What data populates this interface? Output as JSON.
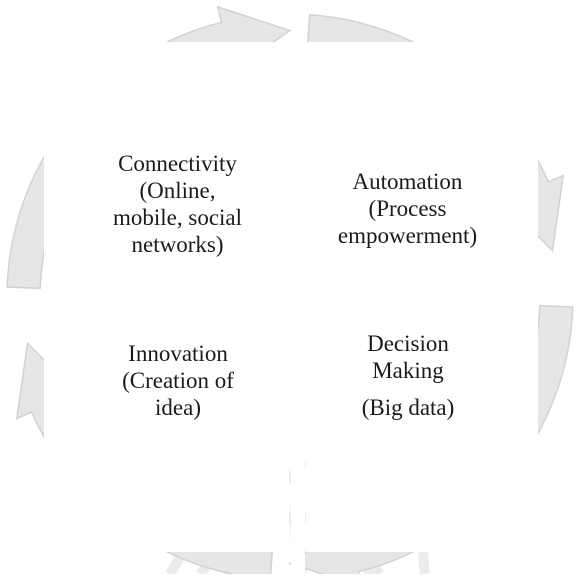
{
  "diagram": {
    "quadrants": [
      {
        "id": "top-left",
        "lines": [
          "Connectivity",
          "(Online,",
          "mobile, social",
          "networks)"
        ]
      },
      {
        "id": "top-right",
        "lines": [
          "Automation",
          "(Process",
          "empowerment)"
        ]
      },
      {
        "id": "bottom-left",
        "lines": [
          "Innovation",
          "(Creation of",
          "idea)"
        ]
      },
      {
        "id": "bottom-right",
        "lines": [
          "Decision",
          "Making",
          "(Big data)"
        ]
      }
    ],
    "colors": {
      "arrow_fill": "#e6e6e6",
      "arrow_stroke": "#d2d2d2",
      "divider": "#dcdcdc",
      "watermark": "#ececec"
    },
    "icons": [
      "cycle-arrow-icon",
      "watermark-ornament-icon"
    ]
  }
}
